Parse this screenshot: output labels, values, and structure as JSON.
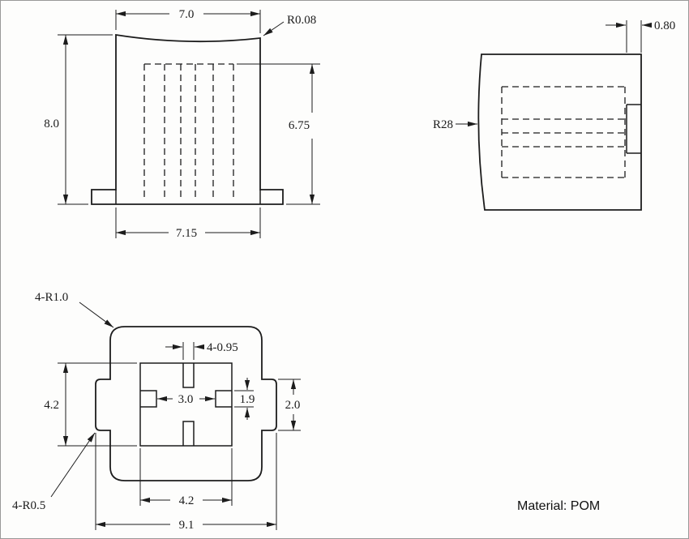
{
  "drawing": {
    "front_view": {
      "top_width": "7.0",
      "corner_radius": "R0.08",
      "height": "8.0",
      "inner_height": "6.75",
      "bottom_width": "7.15"
    },
    "side_view": {
      "edge_radius": "R28",
      "notch_depth": "0.80"
    },
    "bottom_view": {
      "corner_radius": "4-R1.0",
      "ear_radius": "4-R0.5",
      "slot_width": "4-0.95",
      "inner_height": "4.2",
      "center_width": "3.0",
      "slot_height": "1.9",
      "ear_height": "2.0",
      "inner_width": "4.2",
      "overall_width": "9.1"
    },
    "note_material": "Material: POM"
  }
}
